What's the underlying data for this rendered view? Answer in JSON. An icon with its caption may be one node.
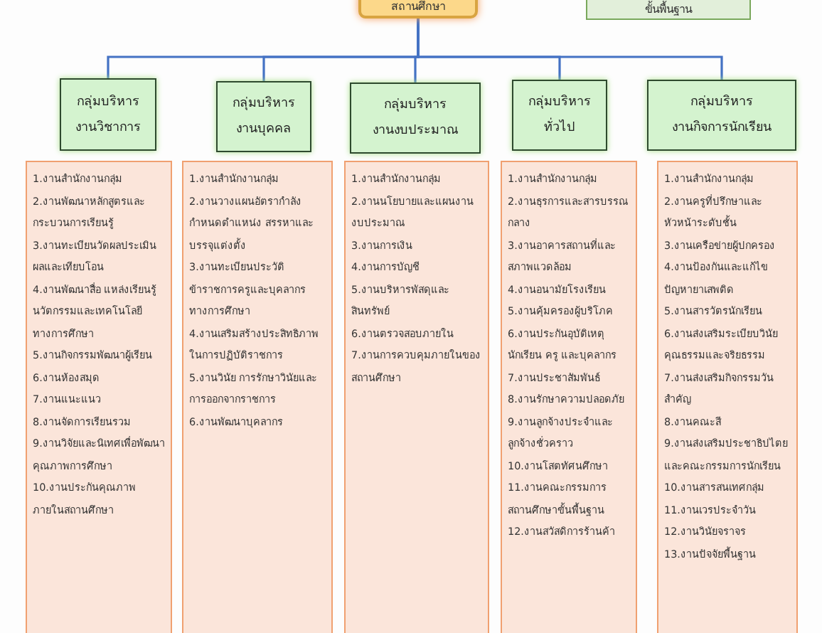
{
  "diagram": {
    "nodes": [
      {
        "text": [
          "สถานศึกษา"
        ]
      },
      {
        "text": [
          "ขั้นพื้นฐาน"
        ]
      },
      {
        "text": [
          "กลุ่มบริหาร งานวิชาการ"
        ]
      },
      {
        "text": [
          "กลุ่มบริหาร งานบุคคล"
        ]
      },
      {
        "text": [
          "กลุ่มบริหาร งานงบประมาณ"
        ]
      },
      {
        "text": [
          "กลุ่มบริหาร ทั่วไป"
        ]
      },
      {
        "text": [
          "กลุ่มบริหาร งานกิจการนักเรียน"
        ]
      },
      {
        "text": [
          "1.งานสำนักงานกลุ่ม",
          "2.งานพัฒนาหลักสูตรและกระบวนการเรียนรู้",
          "3.งานทะเบียนวัดผลประเมินผลและเทียบโอน",
          "4.งานพัฒนาสื่อ แหล่งเรียนรู้ นวัตกรรมและเทคโนโลยีทางการศึกษา",
          "5.งานกิจกรรมพัฒนาผู้เรียน",
          "6.งานห้องสมุด",
          "7.งานแนะแนว",
          "8.งานจัดการเรียนรวม",
          "9.งานวิจัยและนิเทศเพื่อพัฒนาคุณภาพการศึกษา",
          "10.งานประกันคุณภาพภายในสถานศึกษา"
        ]
      },
      {
        "text": [
          "1.งานสำนักงานกลุ่ม",
          "2.งานวางแผนอัตรากำลัง กำหนดตำแหน่ง สรรหาและบรรจุแต่งตั้ง",
          "3.งานทะเบียนประวัติข้าราชการครูและบุคลากรทางการศึกษา",
          "4.งานเสริมสร้างประสิทธิภาพในการปฏิบัติราชการ",
          "5.งานวินัย การรักษาวินัยและการออกจากราชการ",
          "6.งานพัฒนาบุคลากร"
        ]
      },
      {
        "text": [
          "1.งานสำนักงานกลุ่ม",
          "2.งานนโยบายและแผนงานงบประมาณ",
          "3.งานการเงิน",
          "4.งานการบัญชี",
          "5.งานบริหารพัสดุและสินทรัพย์",
          "6.งานตรวจสอบภายใน",
          "7.งานการควบคุมภายในของสถานศึกษา"
        ]
      },
      {
        "text": [
          "1.งานสำนักงานกลุ่ม",
          "2.งานธุรการและสารบรรณกลาง",
          "3.งานอาคารสถานที่และสภาพแวดล้อม",
          "4.งานอนามัยโรงเรียน",
          "5.งานคุ้มครองผู้บริโภค",
          "6.งานประกันอุบัติเหตุนักเรียน ครู และบุคลากร",
          "7.งานประชาสัมพันธ์",
          "8.งานรักษาความปลอดภัย",
          "9.งานลูกจ้างประจำและลูกจ้างชั่วคราว",
          "10.งานโสตทัศนศึกษา",
          "11.งานคณะกรรมการสถานศึกษาขั้นพื้นฐาน",
          "12.งานสวัสดิการร้านค้า"
        ]
      },
      {
        "text": [
          "1.งานสำนักงานกลุ่ม",
          "2.งานครูที่ปรึกษาและหัวหน้าระดับชั้น",
          "3.งานเครือข่ายผู้ปกครอง",
          "4.งานป้องกันและแก้ไขปัญหายาเสพติด",
          "5.งานสารวัตรนักเรียน",
          "6.งานส่งเสริมระเบียบวินัยคุณธรรมและจริยธรรม",
          "7.งานส่งเสริมกิจกรรมวันสำคัญ",
          "8.งานคณะสี",
          "9.งานส่งเสริมประชาธิปไตยและคณะกรรมการนักเรียน",
          "10.งานสารสนเทศกลุ่ม",
          "11.งานเวรประจำวัน",
          "12.งานวินัยจราจร",
          "13.งานปัจจัยพื้นฐาน"
        ]
      }
    ],
    "edges": [
      {
        "from": 0,
        "to": 2,
        "arrow": "none"
      },
      {
        "from": 0,
        "to": 3,
        "arrow": "none"
      },
      {
        "from": 0,
        "to": 4,
        "arrow": "none"
      },
      {
        "from": 0,
        "to": 5,
        "arrow": "none"
      },
      {
        "from": 0,
        "to": 6,
        "arrow": "none"
      }
    ]
  }
}
